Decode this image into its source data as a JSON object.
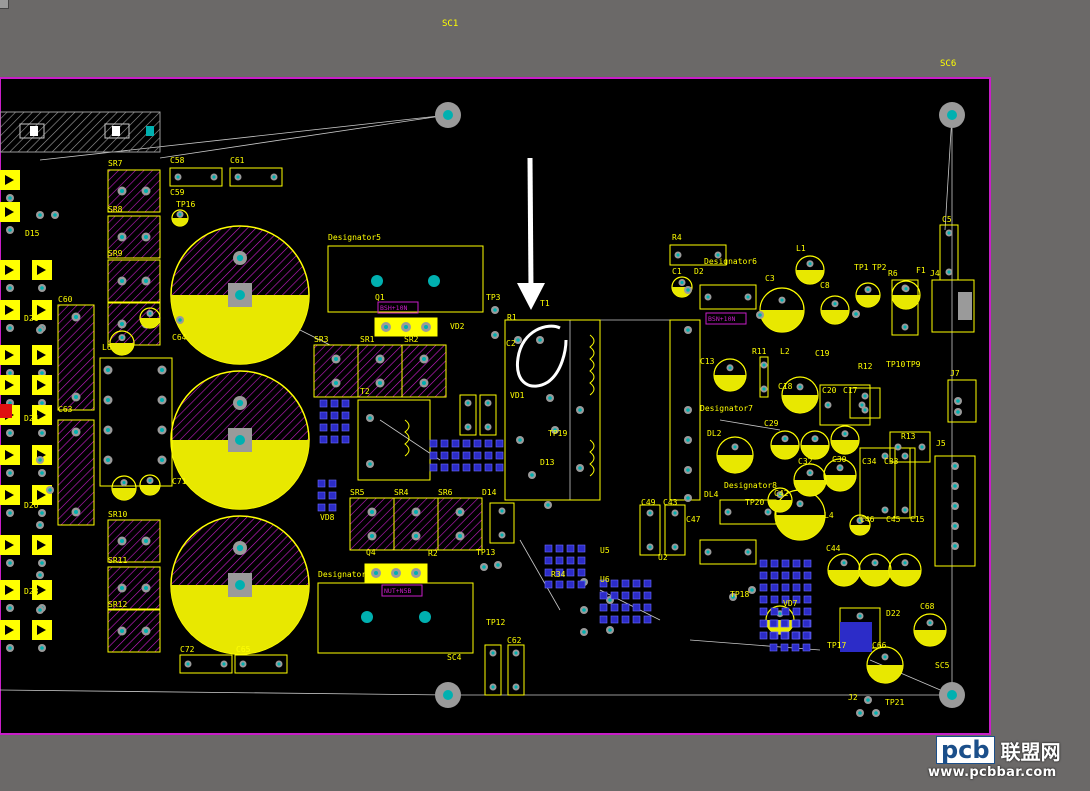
{
  "board": {
    "outline_color": "#c81ec8",
    "background_color": "#000000",
    "workspace_color": "#6b6968"
  },
  "colors": {
    "silkscreen": "#ffff00",
    "top_overlay": "#e8e800",
    "pad": "#9a9a9a",
    "via": "#00b0b0",
    "trace": "#c8c8c8",
    "keepout": "#c81ec8",
    "bottom_layer": "#2c2cc8",
    "accent_red": "#e01010",
    "marker": "#ffffff"
  },
  "sheet_labels": [
    "SC1",
    "SC6",
    "SC4",
    "SC5"
  ],
  "designators": [
    "SR7",
    "SR8",
    "SR9",
    "SR1",
    "SR2",
    "SR10",
    "SR11",
    "SR12",
    "SR3",
    "SR4",
    "SR5",
    "SR6",
    "C58",
    "C61",
    "C59",
    "TP16",
    "C60",
    "C63",
    "C64",
    "C71",
    "C72",
    "C65",
    "C5",
    "C3",
    "C13",
    "C19",
    "C8",
    "C18",
    "C20",
    "C17",
    "C29",
    "C32",
    "C30",
    "C34",
    "C33",
    "C42",
    "C43",
    "C47",
    "C46",
    "C44",
    "C45",
    "C49",
    "C15",
    "C62",
    "C68",
    "C66",
    "C1",
    "C2",
    "R4",
    "R6",
    "R11",
    "R12",
    "R13",
    "R1",
    "R2",
    "R34",
    "L1",
    "L2",
    "L4",
    "L6",
    "F1",
    "J4",
    "J5",
    "J7",
    "J2",
    "TP1",
    "TP2",
    "TP3",
    "TP9",
    "TP10",
    "TP12",
    "TP13",
    "TP17",
    "TP18",
    "TP19",
    "TP20",
    "TP21",
    "D2",
    "D15",
    "D21",
    "D24",
    "D26",
    "D28",
    "D13",
    "D14",
    "D22",
    "VD1",
    "VD2",
    "VD8",
    "VD7",
    "DL2",
    "DL4",
    "Q1",
    "Q4",
    "T1",
    "T2",
    "U2",
    "U5",
    "U6",
    "Designator5",
    "Designator6",
    "Designator7",
    "Designator8",
    "Designator"
  ],
  "net_labels": [
    "BSH+10N",
    "BSN+10N",
    "NUT+N5B"
  ],
  "annotation": {
    "marker_type": "down-arrow",
    "circled_component": "T1"
  },
  "watermark": {
    "logo_text": "pcb",
    "cn_text": "联盟网",
    "url": "www.pcbbar.com"
  }
}
